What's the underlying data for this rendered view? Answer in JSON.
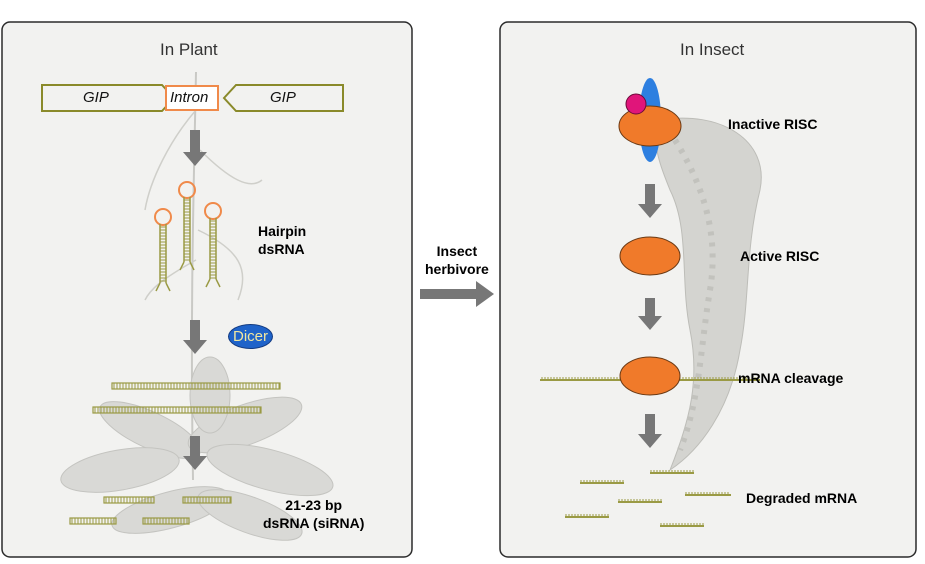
{
  "panels": {
    "plant": {
      "title": "In Plant",
      "construct": {
        "left_gene": "GIP",
        "intron": "Intron",
        "right_gene": "GIP"
      },
      "hairpin_label_line1": "Hairpin",
      "hairpin_label_line2": "dsRNA",
      "dicer_label": "Dicer",
      "sirna_label_line1": "21-23 bp",
      "sirna_label_line2": "dsRNA (siRNA)"
    },
    "insect": {
      "title": "In Insect",
      "inactive_risc": "Inactive RISC",
      "active_risc": "Active RISC",
      "mrna_cleavage": "mRNA cleavage",
      "degraded_mrna": "Degraded mRNA"
    }
  },
  "transfer_label_line1": "Insect",
  "transfer_label_line2": "herbivore",
  "colors": {
    "panel_bg": "#f2f2f0",
    "panel_border": "#2b2b2b",
    "arrow": "#777777",
    "dsrna": "#9a9a44",
    "hairpin_loop": "#f08a4a",
    "risc_body": "#f07a2a",
    "risc_blue": "#2d7fe0",
    "risc_magenta": "#e0157a",
    "intron_border": "#f08a4a",
    "construct_border": "#8a8a2a"
  }
}
